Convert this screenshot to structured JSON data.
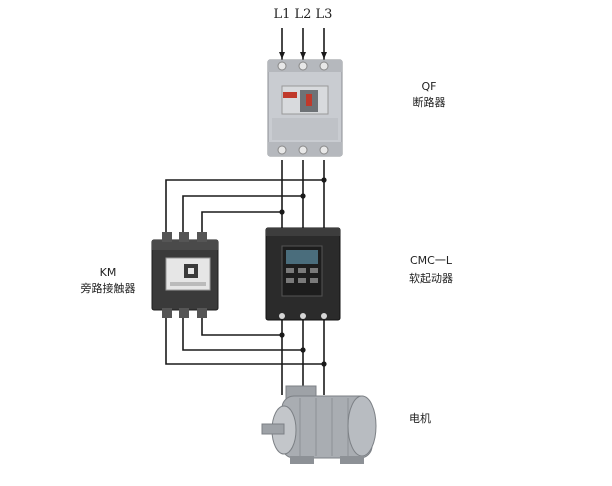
{
  "phases": [
    "L1",
    "L2",
    "L3"
  ],
  "qf": {
    "code": "QF",
    "name": "断路器"
  },
  "cmc": {
    "code": "CMC一L",
    "name": "软起动器"
  },
  "km": {
    "code": "KM",
    "name": "旁路接触器"
  },
  "motor": {
    "name": "电机"
  },
  "colors": {
    "wire": "#1a1a1a",
    "breaker_body": "#c9ccd1",
    "breaker_accent": "#c0392b",
    "softstarter_body": "#2b2b2b",
    "contactor_body": "#3a3a3a",
    "motor_body": "#a9adb2"
  }
}
